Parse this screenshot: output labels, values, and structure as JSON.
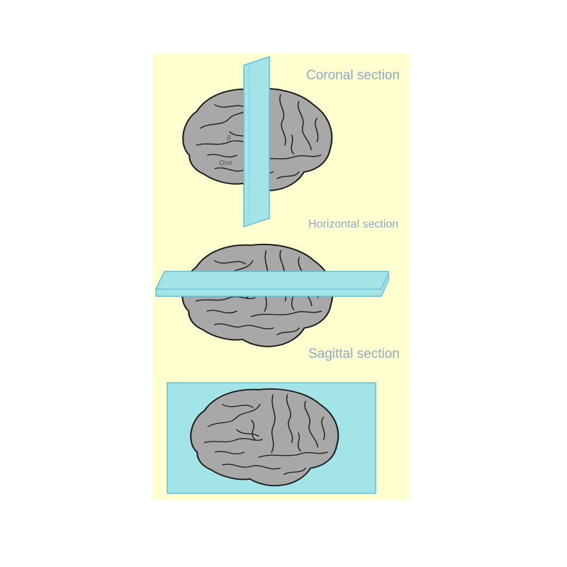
{
  "sections": [
    {
      "label": "Coronal section"
    },
    {
      "label": "Horizontal section"
    },
    {
      "label": "Sagittal section"
    }
  ],
  "marks": {
    "roman_two": "II",
    "one": "One"
  },
  "colors": {
    "panel_background": "#FFFFD0",
    "plane_fill": "#A3E4E9",
    "plane_edge": "#5FBFD4",
    "brain_fill": "#A8A8A8",
    "brain_outline": "#1A1A1A",
    "label_text": "#8FA9C4"
  }
}
